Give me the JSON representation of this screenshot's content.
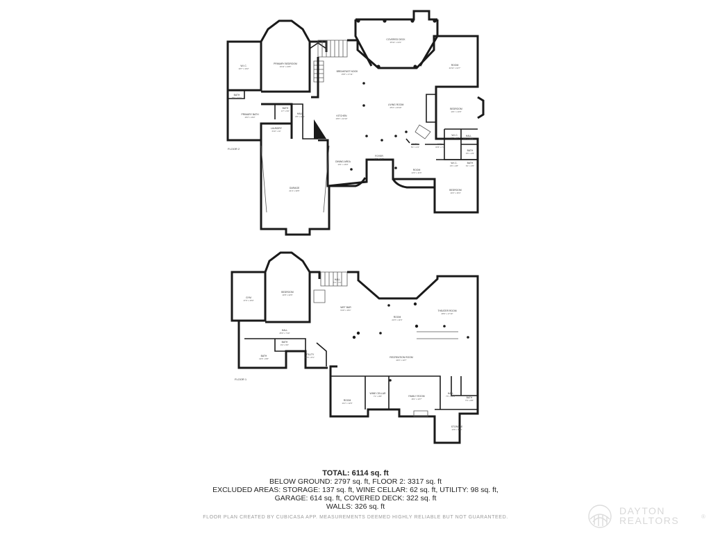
{
  "floors": [
    {
      "label": "FLOOR 2",
      "rooms": [
        {
          "name": "W.I.C.",
          "dims": "10'7\" x 10'2\""
        },
        {
          "name": "PRIMARY BEDROOM",
          "dims": "16'11\" x 20'6\""
        },
        {
          "name": "BATH",
          "dims": "5'5\" x 3'10\""
        },
        {
          "name": "PRIMARY BATH",
          "dims": "16'3\" x 10'2\""
        },
        {
          "name": "BATH",
          "dims": "4'7\" x 5'0\""
        },
        {
          "name": "HALL",
          "dims": "2'8\" x 10'4\""
        },
        {
          "name": "LAUNDRY",
          "dims": "6'10\" x 10'"
        },
        {
          "name": "BREAKFAST NOOK",
          "dims": "15'8\" x 17'11\""
        },
        {
          "name": "KITCHEN",
          "dims": "19'6\" x 12'10\""
        },
        {
          "name": "COVERED DECK",
          "dims": "25'11\" x 10'1\""
        },
        {
          "name": "ROOM",
          "dims": "22'11\" x 14'7\""
        },
        {
          "name": "LIVING ROOM",
          "dims": "25'3\" x 23'10\""
        },
        {
          "name": "BEDROOM",
          "dims": "13'1\" x 13'3\""
        },
        {
          "name": "W.I.C.",
          "dims": "6'5\" x 4'1\""
        },
        {
          "name": "BATH",
          "dims": "5'1\" x 4'1\""
        },
        {
          "name": "HALL",
          "dims": "15'6\" x 7'2\""
        },
        {
          "name": "HALL",
          "dims": "6'7\" x 16'11\""
        },
        {
          "name": "BATH",
          "dims": "6'5\" x 4'9\""
        },
        {
          "name": "W.I.C.",
          "dims": "4'6\" x 4'8\""
        },
        {
          "name": "BATH",
          "dims": "6'1\" x 3'5\""
        },
        {
          "name": "DINING AREA",
          "dims": "13'1\" x 16'0\""
        },
        {
          "name": "FOYER",
          "dims": "8'9\" x 11'3\""
        },
        {
          "name": "ROOM",
          "dims": "13'3\" x 11'6\""
        },
        {
          "name": "BEDROOM",
          "dims": "13'2\" x 16'4\""
        },
        {
          "name": "GARAGE",
          "dims": "21'4\" x 30'5\""
        }
      ]
    },
    {
      "label": "FLOOR 1",
      "rooms": [
        {
          "name": "GYM",
          "dims": "17'0\" x 15'0\""
        },
        {
          "name": "BEDROOM",
          "dims": "14'8\" x 22'6\""
        },
        {
          "name": "HALL",
          "dims": "6'4\" x 5'1\""
        },
        {
          "name": "WET BAR",
          "dims": "9'10\" x 16'1\""
        },
        {
          "name": "ROOM",
          "dims": "22'3\" x 11'6\""
        },
        {
          "name": "THEATER ROOM",
          "dims": "28'9\" x 17'10\""
        },
        {
          "name": "HALL",
          "dims": "25'0\" x 7'10\""
        },
        {
          "name": "BATH",
          "dims": "9'4\" x 5'0\""
        },
        {
          "name": "BATH",
          "dims": "13'6\" x 8'8\""
        },
        {
          "name": "UTILITY",
          "dims": "12'8\" x 8'1\""
        },
        {
          "name": "RECREATION ROOM",
          "dims": "40'3\" x 13'7\""
        },
        {
          "name": "ROOM",
          "dims": "11'2\" x 12'9\""
        },
        {
          "name": "WINE CELLAR",
          "dims": "7'1\" x 8'8\""
        },
        {
          "name": "FAMILY ROOM",
          "dims": "16'1\" x 13'7\""
        },
        {
          "name": "HALL",
          "dims": "7'5\" x 10'4\""
        },
        {
          "name": "BATH",
          "dims": "7'6\" x 8'8\""
        },
        {
          "name": "STORAGE",
          "dims": "13'6\" x 10'0\""
        }
      ]
    }
  ],
  "summary": {
    "total": "TOTAL: 6114 sq. ft",
    "line1": "BELOW GROUND: 2797 sq. ft, FLOOR 2: 3317 sq. ft",
    "line2": "EXCLUDED AREAS: STORAGE: 137 sq. ft, WINE CELLAR: 62 sq. ft, UTILITY: 98 sq. ft,",
    "line3": "GARAGE: 614 sq. ft, COVERED DECK: 322 sq. ft",
    "line4": "WALLS: 326 sq. ft"
  },
  "disclaimer": "FLOOR PLAN CREATED BY CUBICASA APP. MEASUREMENTS DEEMED HIGHLY RELIABLE BUT NOT GUARANTEED.",
  "brand": {
    "line1": "DAYTON",
    "line2": "REALTORS",
    "mark": "®"
  }
}
